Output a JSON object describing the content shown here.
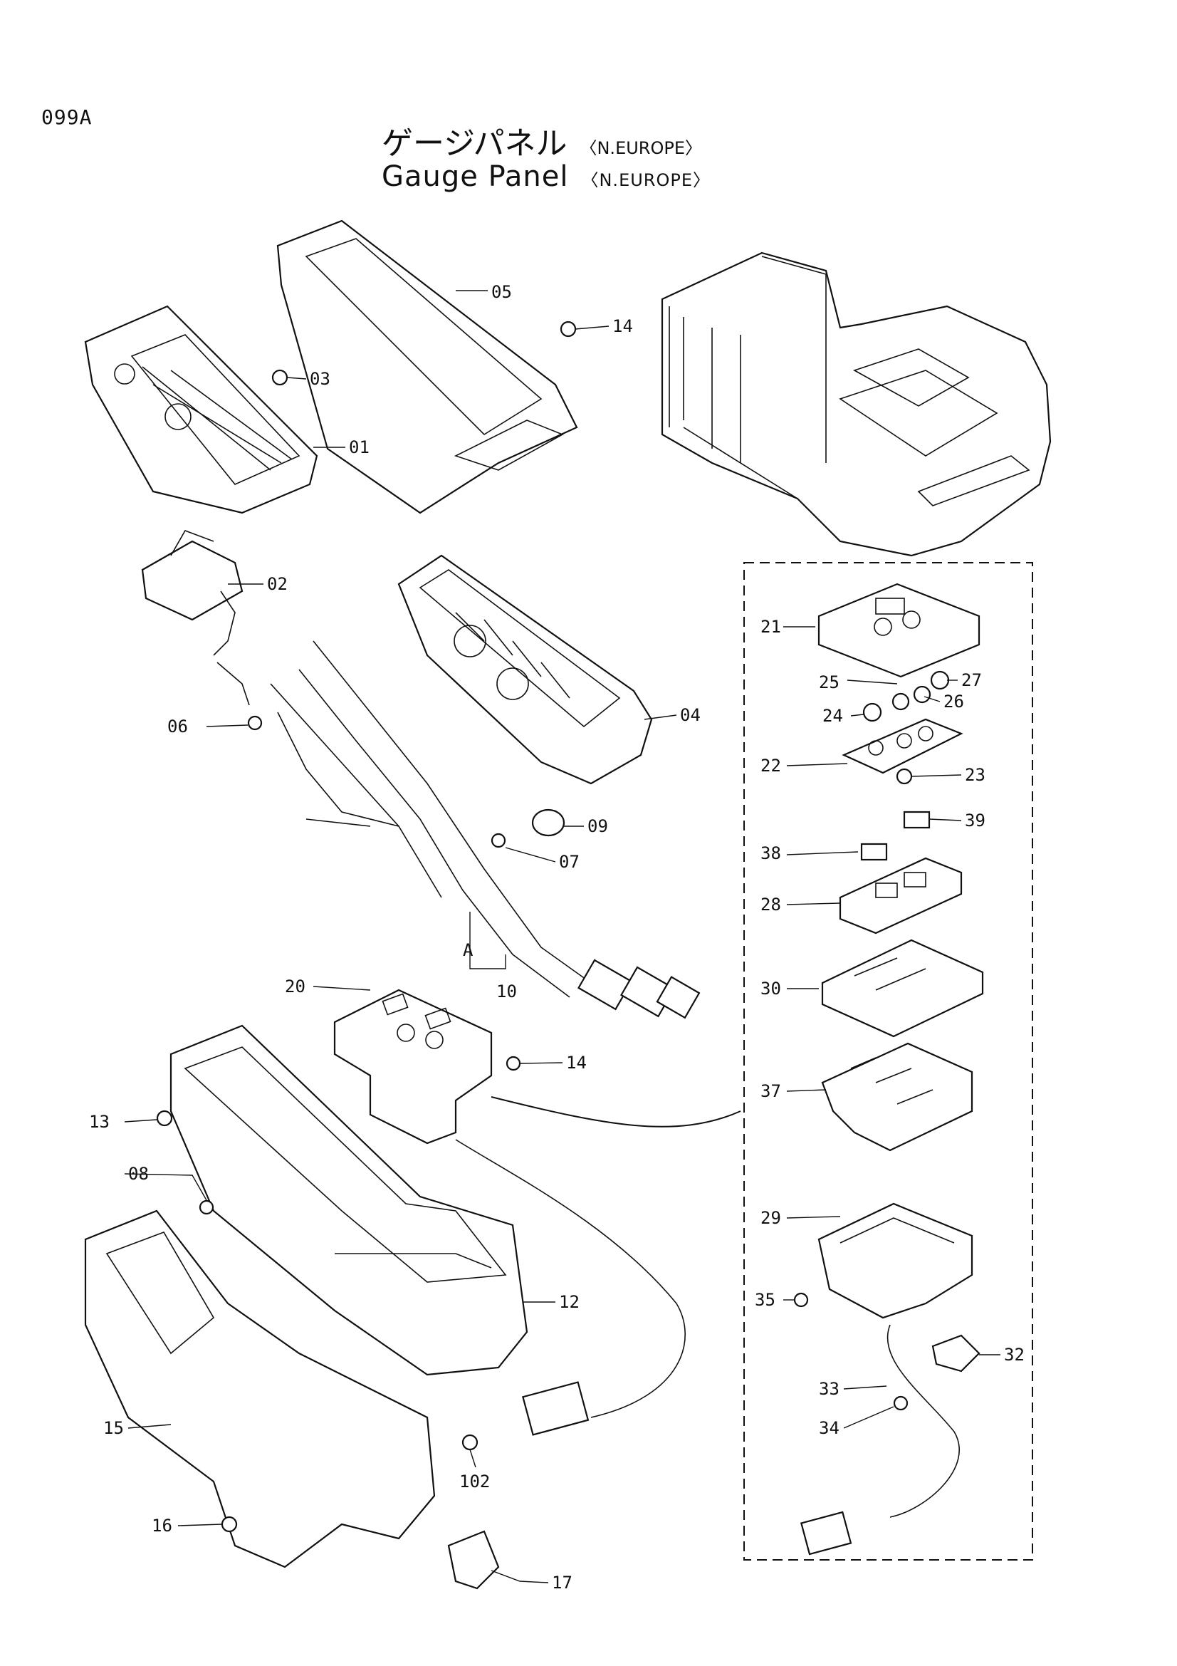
{
  "page_code": "099A",
  "title_jp": "ゲージパネル",
  "title_en": "Gauge Panel",
  "region": "〈N.EUROPE〉",
  "callouts": {
    "p01": "01",
    "p02": "02",
    "p03": "03",
    "p04": "04",
    "p05": "05",
    "p06": "06",
    "p07": "07",
    "p08": "08",
    "p09": "09",
    "p10": "10",
    "p12": "12",
    "p13": "13",
    "p14a": "14",
    "p14b": "14",
    "p15": "15",
    "p16": "16",
    "p17": "17",
    "p20": "20",
    "p21": "21",
    "p22": "22",
    "p23": "23",
    "p24": "24",
    "p25": "25",
    "p26": "26",
    "p27": "27",
    "p28": "28",
    "p29": "29",
    "p30": "30",
    "p32": "32",
    "p33": "33",
    "p34": "34",
    "p35": "35",
    "p37": "37",
    "p38": "38",
    "p39": "39",
    "p102": "102",
    "ref_a": "A"
  }
}
